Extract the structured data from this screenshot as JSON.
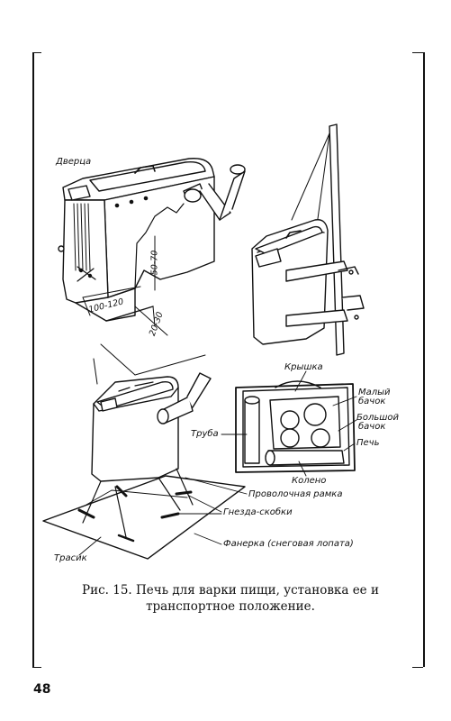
{
  "labels": {
    "dvertsa": "Дверца",
    "dim_100_120": "100-120",
    "dim_50_70": "50-70",
    "dim_20_30": "20-30",
    "kryshka": "Крышка",
    "malyi_bachok_1": "Малый",
    "malyi_bachok_2": "бачок",
    "bolshoi_bachok_1": "Большой",
    "bolshoi_bachok_2": "бачок",
    "pech": "Печь",
    "truba": "Труба",
    "koleno": "Колено",
    "provolochnaya_ramka": "Проволочная рамка",
    "gnezda_skobki": "Гнезда-скобки",
    "fanerka": "Фанерка (снеговая лопата)",
    "trasik": "Трасик"
  },
  "caption": {
    "line1": "Рис. 15. Печь для варки пищи, установка ее и",
    "line2": "транспортное положение."
  },
  "page_number": "48"
}
